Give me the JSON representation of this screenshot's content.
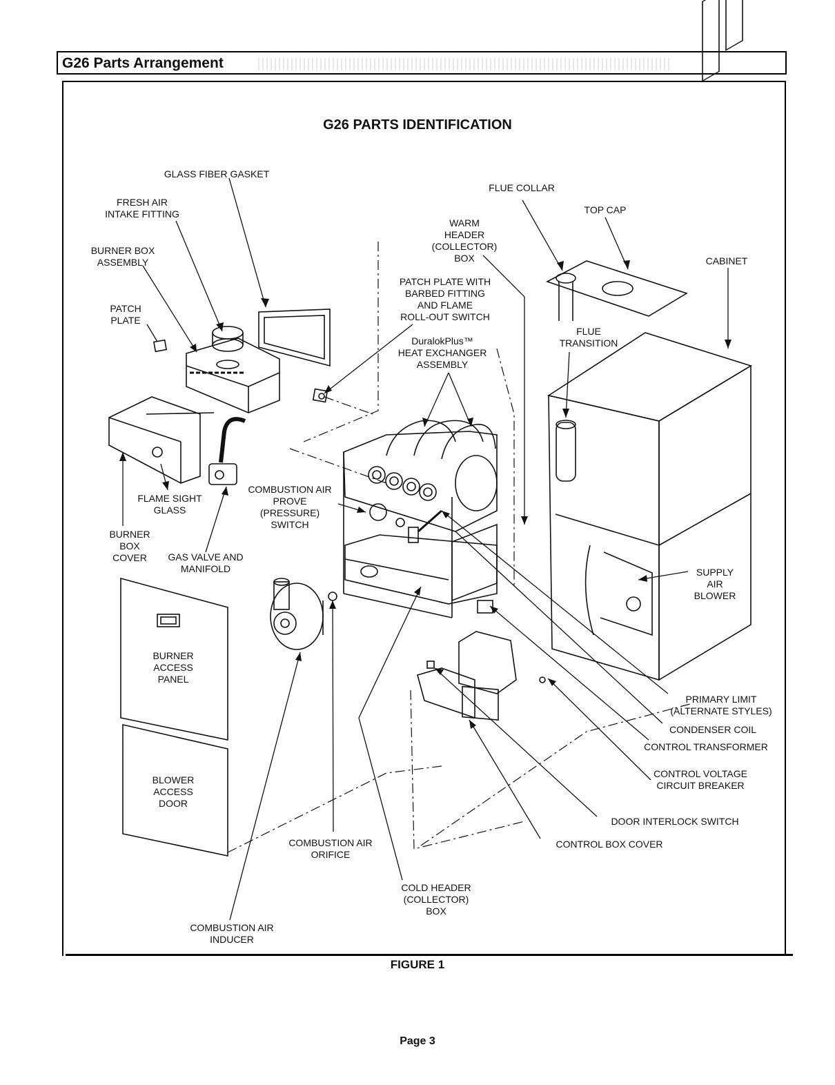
{
  "section_header": "G26 Parts Arrangement",
  "figure_title": "G26 PARTS IDENTIFICATION",
  "figure_caption": "FIGURE 1",
  "page_number": "Page 3",
  "labels": {
    "glass_fiber_gasket": "GLASS FIBER GASKET",
    "fresh_air_intake": "FRESH AIR\nINTAKE FITTING",
    "burner_box_assembly": "BURNER BOX\nASSEMBLY",
    "patch_plate": "PATCH\nPLATE",
    "warm_header": "WARM\nHEADER\n(COLLECTOR)\nBOX",
    "flue_collar": "FLUE COLLAR",
    "top_cap": "TOP CAP",
    "cabinet": "CABINET",
    "patch_plate_barbed": "PATCH PLATE WITH\nBARBED FITTING\nAND FLAME\nROLL-OUT SWITCH",
    "heat_exchanger": "DuralokPlus™\nHEAT EXCHANGER\nASSEMBLY",
    "flue_transition": "FLUE\nTRANSITION",
    "flame_sight_glass": "FLAME SIGHT\nGLASS",
    "combustion_air_prove": "COMBUSTION AIR\nPROVE\n(PRESSURE)\nSWITCH",
    "burner_box_cover": "BURNER\nBOX\nCOVER",
    "gas_valve_manifold": "GAS VALVE AND\nMANIFOLD",
    "supply_air_blower": "SUPPLY\nAIR\nBLOWER",
    "burner_access_panel": "BURNER\nACCESS\nPANEL",
    "blower_access_door": "BLOWER\nACCESS\nDOOR",
    "primary_limit": "PRIMARY LIMIT\n(ALTERNATE STYLES)",
    "condenser_coil": "CONDENSER COIL",
    "control_transformer": "CONTROL TRANSFORMER",
    "control_voltage_breaker": "CONTROL VOLTAGE\nCIRCUIT BREAKER",
    "door_interlock_switch": "DOOR INTERLOCK SWITCH",
    "control_box_cover": "CONTROL BOX COVER",
    "combustion_air_orifice": "COMBUSTION AIR\nORIFICE",
    "cold_header": "COLD HEADER\n(COLLECTOR)\nBOX",
    "combustion_air_inducer": "COMBUSTION AIR\nINDUCER"
  }
}
